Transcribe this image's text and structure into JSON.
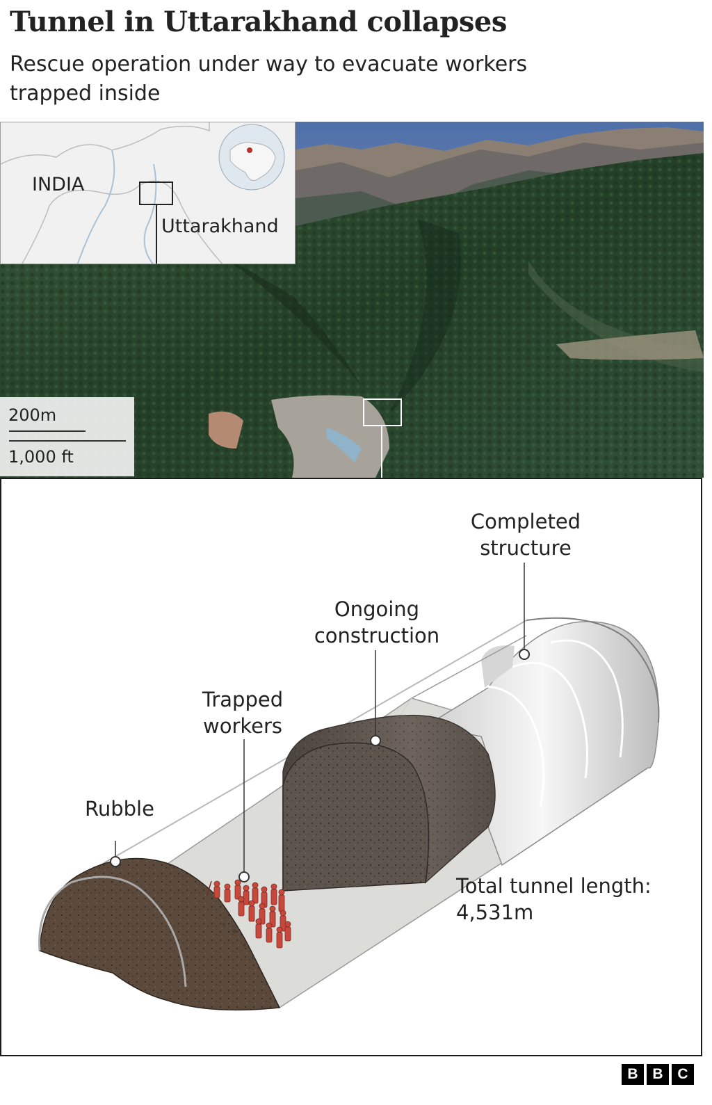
{
  "header": {
    "title": "Tunnel in Uttarakhand collapses",
    "subtitle": "Rescue operation under way to evacuate workers trapped inside"
  },
  "locator_map": {
    "country_label": "INDIA",
    "region_label": "Uttarakhand"
  },
  "scale_bar": {
    "metric_label": "200m",
    "imperial_label": "1,000 ft"
  },
  "diagram": {
    "labels": {
      "completed": "Completed\nstructure",
      "ongoing": "Ongoing\nconstruction",
      "trapped": "Trapped\nworkers",
      "rubble": "Rubble",
      "length": "Total tunnel length:\n4,531m"
    }
  },
  "logo": {
    "letters": [
      "B",
      "B",
      "C"
    ]
  },
  "colors": {
    "forest": "#2c4a2c",
    "sky": "#6e8fc0",
    "rubble": "#5b4a3c",
    "rock": "#6a605a",
    "workers": "#c8483c",
    "tunnel_lining": "#e9e9e9"
  }
}
